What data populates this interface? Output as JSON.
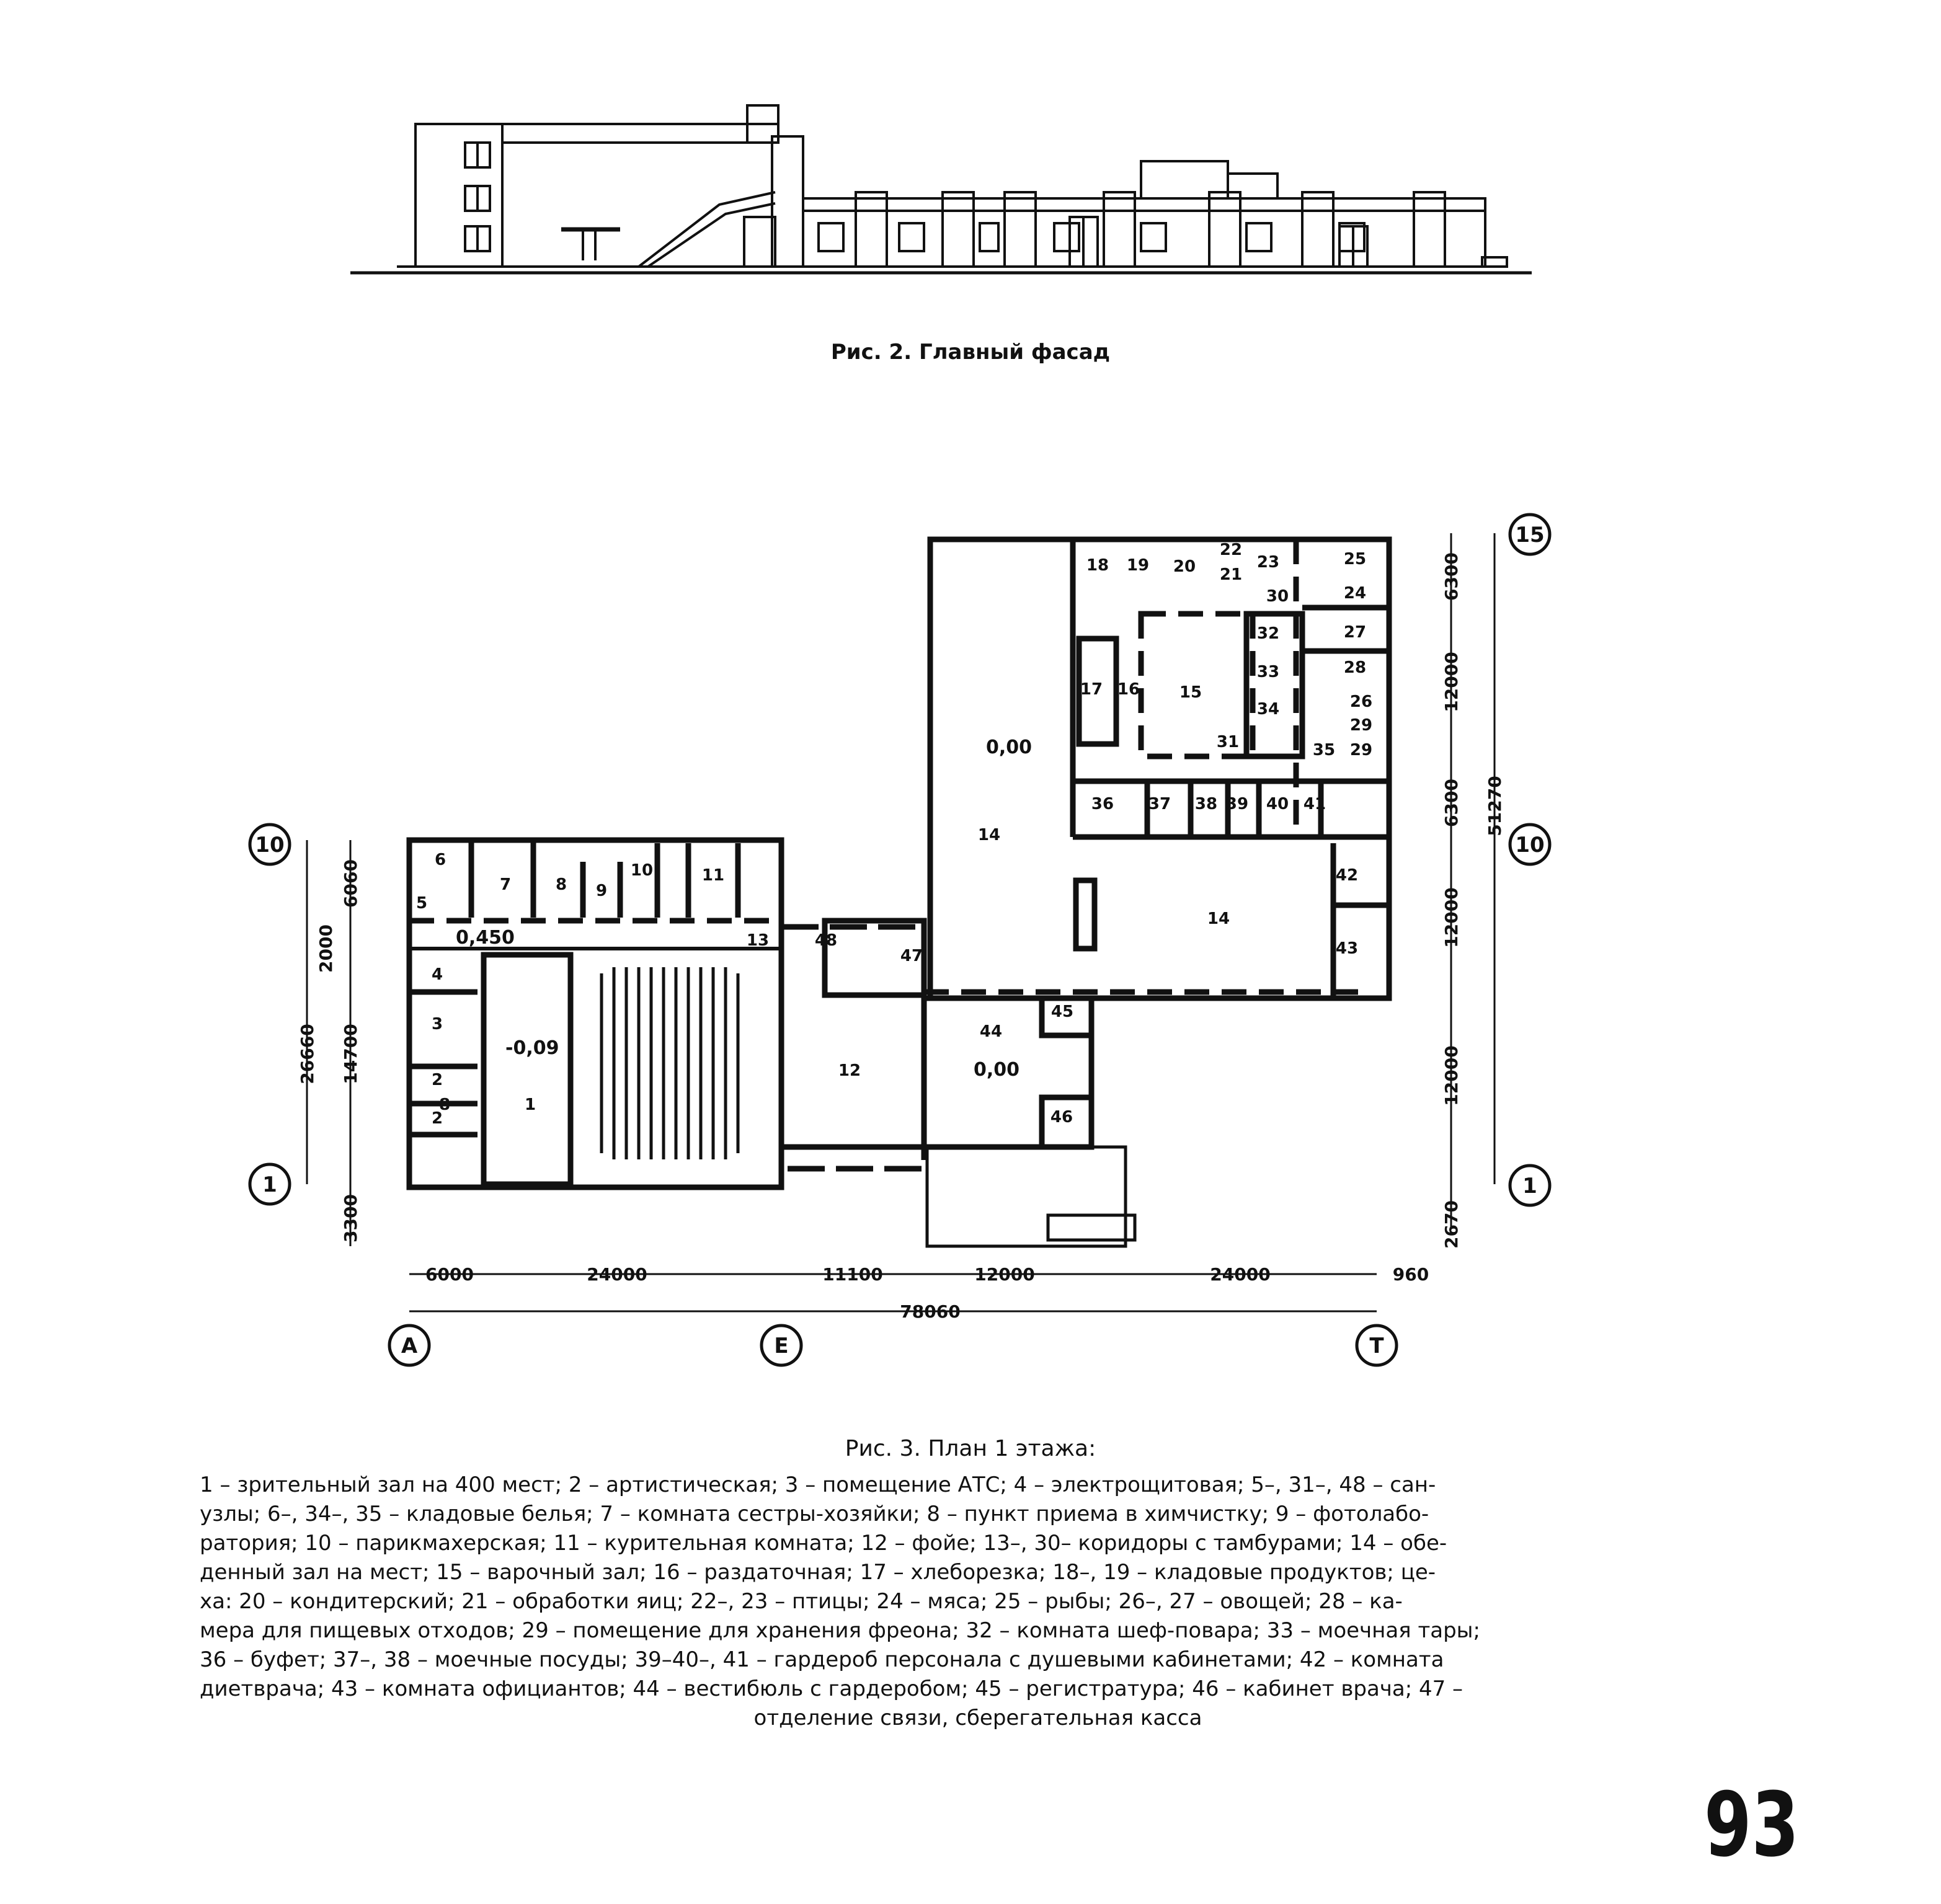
{
  "figure2": {
    "caption": "Рис. 2.  Главный фасад"
  },
  "figure3": {
    "caption": "Рис. 3. План 1 этажа:",
    "legend_lines": [
      "1 – зрительный зал на 400 мест; 2 – артистическая; 3 – помещение АТС; 4 – электрощитовая; 5–, 31–, 48 – сан-",
      "узлы; 6–, 34–, 35 – кладовые белья; 7 – комната сестры-хозяйки; 8 – пункт приема в химчистку; 9 – фотолабо-",
      "ратория; 10 – парикмахерская; 11 – курительная комната; 12 – фойе; 13–, 30– коридоры с тамбурами; 14 – обе-",
      "денный зал на мест; 15 – варочный зал; 16 – раздаточная; 17 – хлеборезка; 18–, 19 – кладовые продуктов; це-",
      "ха: 20 – кондитерский; 21 – обработки яиц; 22–, 23 – птицы; 24 – мяса; 25 – рыбы; 26–, 27 – овощей; 28 – ка-",
      "мера для пищевых отходов; 29 – помещение для хранения фреона; 32 – комната шеф-повара; 33 – моечная тары;",
      "36 – буфет; 37–, 38 – моечные посуды; 39–40–, 41 – гардероб персонала с душевыми кабинетами; 42 – комната",
      "диетврача; 43 – комната официантов; 44 – вестибюль с гардеробом; 45 – регистратура; 46 – кабинет врача; 47 –"
    ],
    "legend_last": "отделение связи, сберегательная касса",
    "axis_markers": [
      "10",
      "1",
      "15",
      "10",
      "1",
      "А",
      "Е",
      "Т"
    ],
    "dimensions": {
      "bottom_chain": [
        "6000",
        "24000",
        "11100",
        "12000",
        "24000",
        "960"
      ],
      "bottom_total": "78060",
      "left_chain": [
        "6060",
        "2000",
        "14700",
        "3300"
      ],
      "left_total": "26660",
      "right_chain": [
        "6300",
        "12000",
        "6300",
        "12000",
        "12000",
        "2670"
      ],
      "right_total": "51270"
    },
    "levels": [
      "0,00",
      "0,450",
      "-0,09",
      "0,00"
    ],
    "room_numbers": [
      "1",
      "2",
      "2",
      "3",
      "4",
      "5",
      "6",
      "7",
      "8",
      "9",
      "10",
      "11",
      "12",
      "13",
      "14",
      "14",
      "15",
      "16",
      "17",
      "18",
      "19",
      "20",
      "21",
      "22",
      "23",
      "24",
      "25",
      "26",
      "27",
      "28",
      "29",
      "29",
      "30",
      "31",
      "32",
      "33",
      "34",
      "35",
      "36",
      "37",
      "38",
      "39",
      "40",
      "41",
      "42",
      "43",
      "44",
      "45",
      "46",
      "47",
      "48",
      "8"
    ]
  },
  "page_number": "93"
}
